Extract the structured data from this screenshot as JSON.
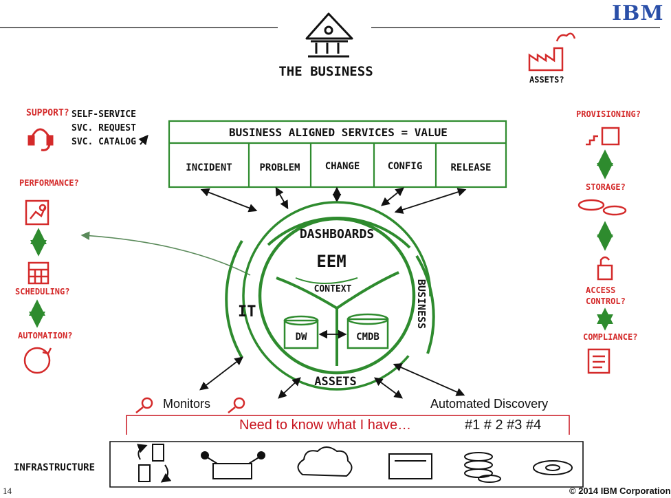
{
  "header": {
    "logo": "IBM"
  },
  "business": {
    "title": "THE BUSINESS"
  },
  "services": {
    "title": "BUSINESS ALIGNED SERVICES = VALUE",
    "processes": [
      "INCIDENT",
      "PROBLEM",
      "CHANGE",
      "CONFIG",
      "RELEASE"
    ]
  },
  "support": {
    "label": "SUPPORT?",
    "items": [
      "SELF-SERVICE",
      "SVC. REQUEST",
      "SVC. CATALOG"
    ]
  },
  "left_chain": [
    "PERFORMANCE?",
    "SCHEDULING?",
    "AUTOMATION?"
  ],
  "right_chain": [
    "PROVISIONING?",
    "STORAGE?",
    "ACCESS",
    "CONTROL?",
    "COMPLIANCE?"
  ],
  "assets_top": "ASSETS?",
  "circle": {
    "dashboards": "DASHBOARDS",
    "eem": "EEM",
    "context": "CONTEXT",
    "dw": "DW",
    "cmdb": "CMDB",
    "it": "IT",
    "business": "BUSINESS",
    "assets": "ASSETS"
  },
  "bottom": {
    "monitors": "Monitors",
    "automated_discovery": "Automated Discovery",
    "need_to_know": "Need to know what I have…",
    "numbers": "#1  # 2  #3  #4",
    "infrastructure": "INFRASTRUCTURE"
  },
  "footer": {
    "page_number": "14",
    "copyright": "© 2014 IBM Corporation"
  },
  "colors": {
    "green": "#2e8b2e",
    "red": "#d42a2a",
    "black": "#111111",
    "ibm_blue": "#2a4fa8"
  }
}
